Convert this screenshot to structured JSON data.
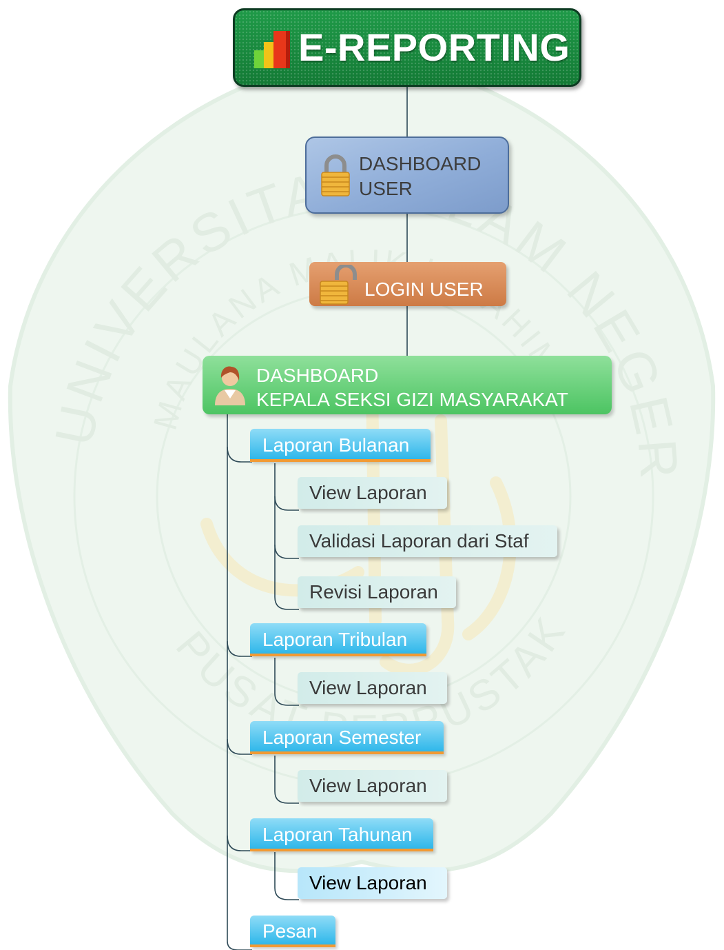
{
  "root": {
    "title": "E-REPORTING",
    "icon": "bar-chart-icon"
  },
  "dashboard_user": {
    "line1": "DASHBOARD",
    "line2": "USER",
    "icon": "lock-icon"
  },
  "login_user": {
    "label": "LOGIN USER",
    "icon": "unlock-icon"
  },
  "dashboard_kepala": {
    "line1": "DASHBOARD",
    "line2": "KEPALA SEKSI GIZI MASYARAKAT",
    "icon": "person-icon"
  },
  "categories": [
    {
      "label": "Laporan Bulanan",
      "children": [
        "View Laporan",
        "Validasi Laporan dari Staf",
        "Revisi Laporan"
      ]
    },
    {
      "label": "Laporan Tribulan",
      "children": [
        "View Laporan"
      ]
    },
    {
      "label": "Laporan Semester",
      "children": [
        "View Laporan"
      ]
    },
    {
      "label": "Laporan Tahunan",
      "children": [
        "View Laporan"
      ]
    },
    {
      "label": "Pesan",
      "children": []
    }
  ],
  "colors": {
    "root": "#137a35",
    "dashboard_user": "#8fadd8",
    "login_user": "#cd7a45",
    "dashboard_kepala": "#4cc462",
    "category": "#2fb7ea",
    "category_underline": "#f29a33",
    "leaf": "#d2ece9",
    "connector": "#2e4a57"
  },
  "watermark": {
    "top_text": "UNIVERSITAS ISLAM NEGERI",
    "middle_text": "MAULANA MALIK IBRAHIM",
    "bottom_text": "PUSAT PERPUSTAKAAN"
  }
}
